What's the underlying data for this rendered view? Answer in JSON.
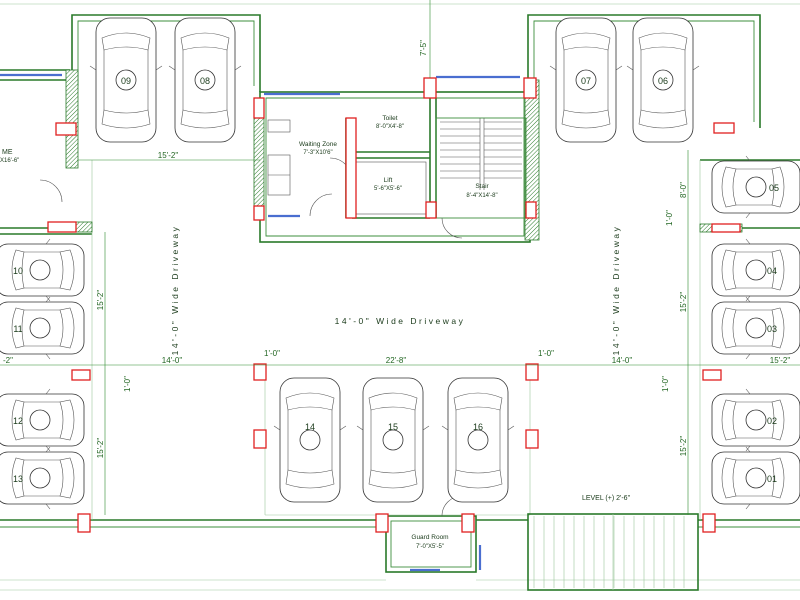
{
  "rooms": {
    "waiting_zone": {
      "name": "Waiting Zone",
      "size": "7'-3\"X10'6\""
    },
    "toilet": {
      "name": "Toilet",
      "size": "8'-0\"X4'-8\""
    },
    "lift": {
      "name": "Lift",
      "size": "5'-6\"X5'-6\""
    },
    "stair": {
      "name": "Stair",
      "size": "8'-4\"X14'-8\""
    },
    "guard_room": {
      "name": "Guard Room",
      "size": "7'-0\"X5'-5\""
    },
    "partial_room": {
      "name": "ME",
      "size": "X16'-6\""
    }
  },
  "driveways": {
    "left": "14'-0\" Wide Driveway",
    "right": "14'-0\" Wide Driveway",
    "center": "14'-0\" Wide Driveway"
  },
  "level_label": "LEVEL (+) 2'-6\"",
  "cars": {
    "c01": "01",
    "c02": "02",
    "c03": "03",
    "c04": "04",
    "c05": "05",
    "c06": "06",
    "c07": "07",
    "c08": "08",
    "c09": "09",
    "c10": "10",
    "c11": "11",
    "c12": "12",
    "c13": "13",
    "c14": "14",
    "c15": "15",
    "c16": "16"
  },
  "dims": {
    "top_height": "7'-5\"",
    "top_width": "15'-2\"",
    "mid_left": "14'-0\"",
    "mid_gap_left": "1'-0\"",
    "mid_center": "22'-8\"",
    "mid_gap_right": "1'-0\"",
    "mid_right": "14'-0\"",
    "left_end": "-2\"",
    "right_end": "15'-2\"",
    "left_upper": "15'-2\"",
    "left_gap": "1'-0\"",
    "left_lower": "15'-2\"",
    "right_top": "8'-0\"",
    "right_gap_top": "1'-0\"",
    "right_upper": "15'-2\"",
    "right_gap": "1'-0\"",
    "right_lower": "15'-2\""
  }
}
